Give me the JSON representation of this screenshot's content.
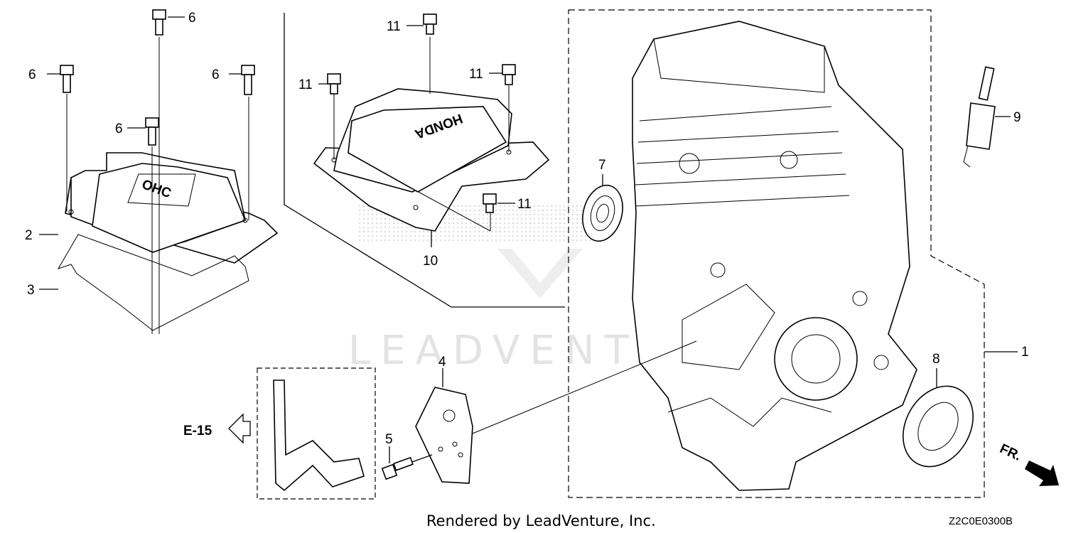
{
  "callouts": {
    "c1": "1",
    "c2": "2",
    "c3": "3",
    "c4": "4",
    "c5": "5",
    "c6a": "6",
    "c6b": "6",
    "c6c": "6",
    "c6d": "6",
    "c7": "7",
    "c8": "8",
    "c9": "9",
    "c10": "10",
    "c11a": "11",
    "c11b": "11",
    "c11c": "11",
    "c11d": "11"
  },
  "cover_left_text": "OHC",
  "cover_right_text": "HONDA",
  "ref_label": "E-15",
  "front_label": "FR.",
  "watermark": "LEADVENTURE",
  "footer_text": "Rendered by LeadVenture, Inc.",
  "diagram_code": "Z2C0E0300B"
}
